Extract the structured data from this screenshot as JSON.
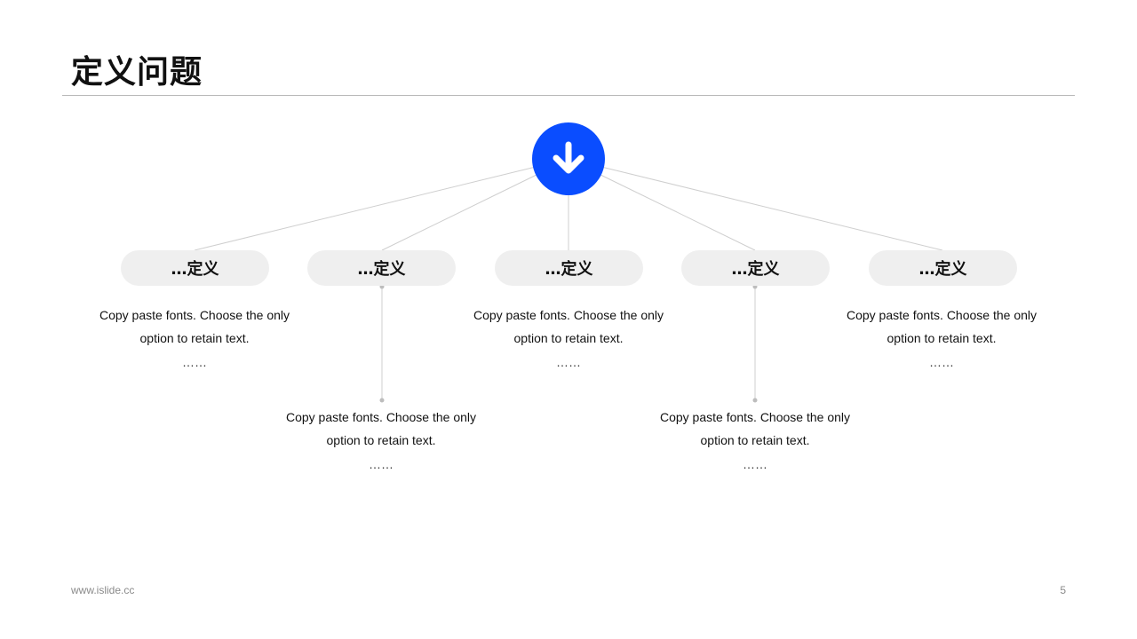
{
  "title": "定义问题",
  "hub": {
    "icon": "arrow-down-icon",
    "color": "#0a4dff"
  },
  "items": [
    {
      "label": "…定义",
      "text": "Copy paste fonts. Choose the only option to retain text.",
      "ellipsis": "……"
    },
    {
      "label": "…定义",
      "text": "Copy paste fonts. Choose the only option to retain text.",
      "ellipsis": "……"
    },
    {
      "label": "…定义",
      "text": "Copy paste fonts. Choose the only option to retain text.",
      "ellipsis": "……"
    },
    {
      "label": "…定义",
      "text": "Copy paste fonts. Choose the only option to retain text.",
      "ellipsis": "……"
    },
    {
      "label": "…定义",
      "text": "Copy paste fonts. Choose the only option to retain text.",
      "ellipsis": "……"
    }
  ],
  "footer": {
    "url": "www.islide.cc",
    "page": "5"
  }
}
